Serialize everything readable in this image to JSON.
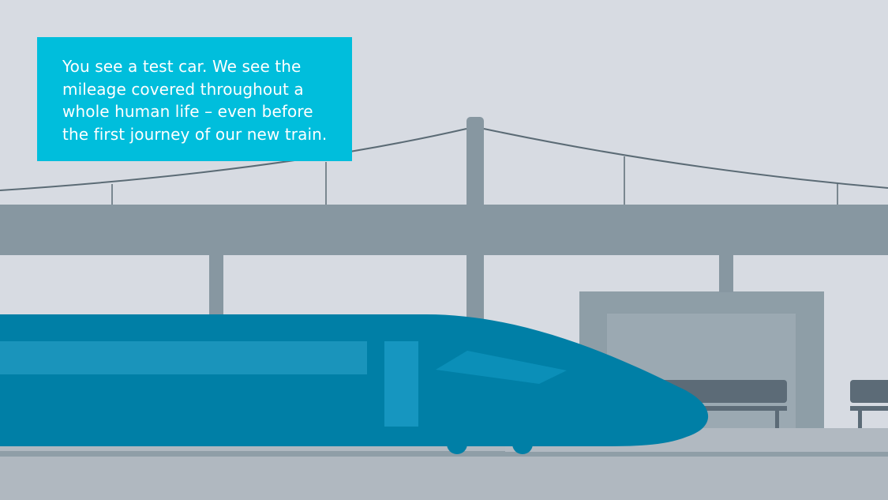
{
  "caption": {
    "text": "You see a test car. We see the\nmileage covered throughout a\nwhole human life – even before\nthe first journey of our new train."
  },
  "colors": {
    "sky": "#d7dbe2",
    "caption_background": "#00bedc",
    "caption_text": "#ffffff",
    "bridge": "#8797a1",
    "cable": "#5b6b75",
    "station_frame": "#8e9ea7",
    "station_window": "#9ba9b2",
    "bench": "#5c6b77",
    "platform": "#b1b9c1",
    "ground": "#b0b8c0",
    "rail": "#8f9ea7",
    "train_body": "#007fa6",
    "train_stripe": "#1a94bb",
    "train_window": "#1696c0",
    "train_windshield": "#0b8fb8"
  },
  "icons": {
    "train": "high-speed-train-illustration",
    "bridge": "suspension-bridge-illustration",
    "station": "station-building-illustration",
    "bench": "bench-illustration"
  }
}
